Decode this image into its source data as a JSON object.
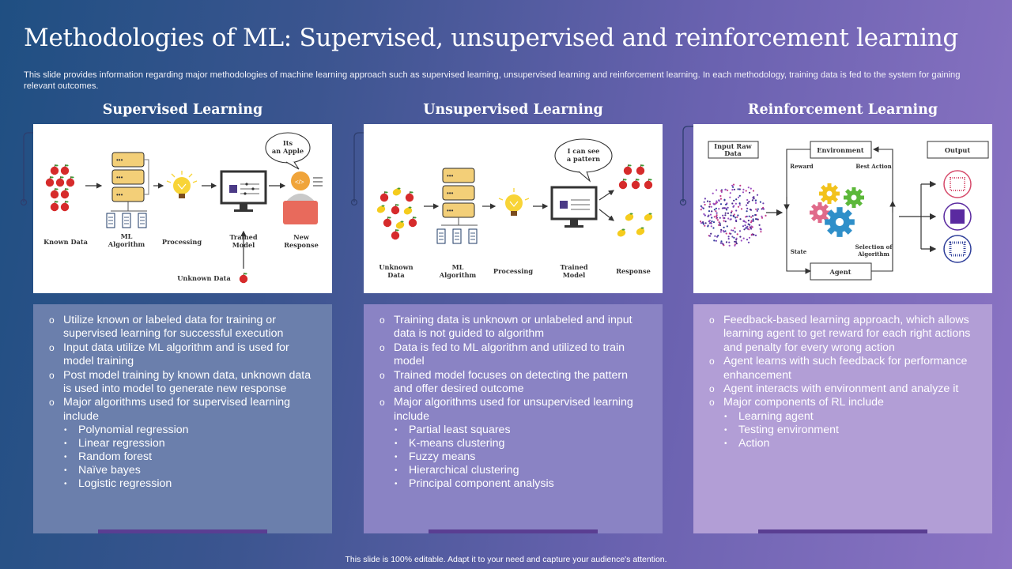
{
  "title": "Methodologies of ML: Supervised, unsupervised and reinforcement learning",
  "subtitle": "This slide provides information regarding major methodologies of machine learning approach such as supervised learning, unsupervised learning and reinforcement learning. In each methodology, training data is fed to the system for gaining relevant outcomes.",
  "footer": "This slide is 100% editable. Adapt it to your need and capture your audience's attention.",
  "colors": {
    "card1": "#6b7fac",
    "card2": "#8a83c4",
    "card3": "#b29ed6",
    "accent_bar": "#5a3e92"
  },
  "columns": [
    {
      "heading": "Supervised Learning",
      "diagram": {
        "labels": [
          "Known Data",
          "ML",
          "Algorithm",
          "Processing",
          "Trained",
          "Model",
          "New",
          "Response",
          "Unknown Data"
        ],
        "bubble": [
          "Its",
          "an Apple"
        ]
      },
      "bullets": [
        {
          "text": "Utilize known or labeled data for training or supervised learning for successful execution"
        },
        {
          "text": "Input data utilize ML algorithm and is used for model training"
        },
        {
          "text": "Post model training by known data, unknown data is used into model to generate new response"
        },
        {
          "text": "Major algorithms used for supervised learning include",
          "sub": [
            "Polynomial regression",
            "Linear regression",
            "Random forest",
            "Naïve bayes",
            "Logistic regression"
          ]
        }
      ]
    },
    {
      "heading": "Unsupervised Learning",
      "diagram": {
        "labels": [
          "Unknown",
          "Data",
          "ML",
          "Algorithm",
          "Processing",
          "Trained",
          "Model",
          "Response"
        ],
        "bubble": [
          "I can see",
          "a pattern"
        ]
      },
      "bullets": [
        {
          "text": "Training data is unknown or unlabeled and input data is not guided to algorithm"
        },
        {
          "text": "Data is fed to ML algorithm and utilized to train model"
        },
        {
          "text": "Trained model focuses on detecting the pattern and offer desired outcome"
        },
        {
          "text": "Major algorithms used for unsupervised learning include",
          "sub": [
            "Partial least squares",
            "K-means clustering",
            "Fuzzy means",
            "Hierarchical clustering",
            "Principal component analysis"
          ]
        }
      ]
    },
    {
      "heading": "Reinforcement Learning",
      "diagram": {
        "labels": [
          "Input Raw",
          "Data",
          "Environment",
          "Output",
          "Reward",
          "Best Action",
          "State",
          "Selection of",
          "Algorithm",
          "Agent"
        ]
      },
      "bullets": [
        {
          "text": "Feedback-based learning approach, which allows learning agent to get reward for each right actions and penalty for every wrong action"
        },
        {
          "text": "Agent learns with such feedback for performance enhancement"
        },
        {
          "text": "Agent interacts with environment and analyze it"
        },
        {
          "text": "Major components of RL include",
          "sub": [
            "Learning agent",
            "Testing environment",
            "Action"
          ]
        }
      ]
    }
  ]
}
